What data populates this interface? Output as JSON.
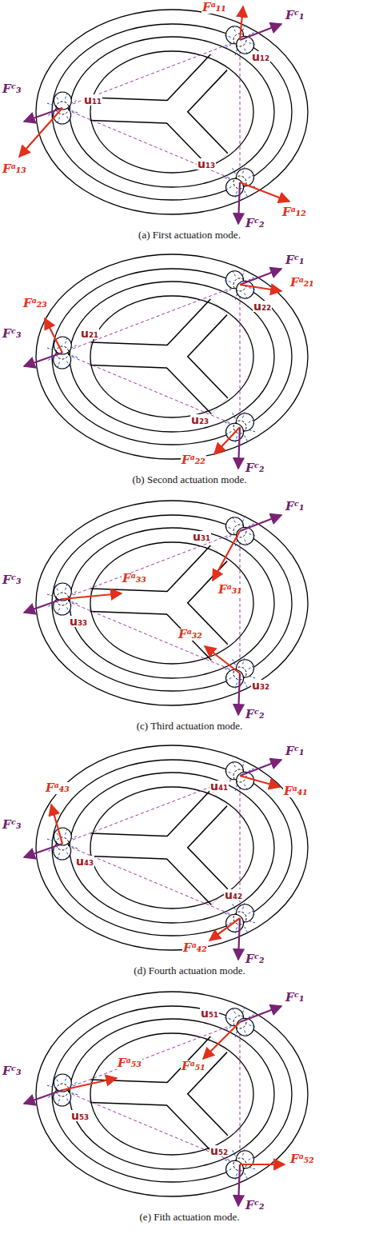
{
  "diagram": {
    "labels": [
      "Fᵃ₁₁",
      "Fᶜ₁",
      "u₁₂",
      "u₁₁",
      "Fᶜ₃",
      "Fᵃ₁₃",
      "u₁₃",
      "Fᵃ₁₂",
      "Fᶜ₂",
      "(a) First actuation mode.",
      "Fᶜ₁",
      "Fᵃ₂₁",
      "u₂₂",
      "Fᵃ₂₃",
      "u₂₁",
      "Fᶜ₃",
      "u₂₃",
      "Fᵃ₂₂",
      "Fᶜ₂",
      "(b) Second actuation mode.",
      "Fᶜ₁",
      "u₃₁",
      "Fᵃ₃₁",
      "Fᶜ₃",
      "Fᵃ₃₃",
      "u₃₃",
      "Fᵃ₃₂",
      "u₃₂",
      "Fᶜ₂",
      "(c) Third actuation mode.",
      "Fᶜ₁",
      "u₄₁",
      "Fᵃ₄₁",
      "Fᵃ₄₃",
      "Fᶜ₃",
      "u₄₃",
      "u₄₂",
      "Fᵃ₄₂",
      "Fᶜ₂",
      "(d) Fourth actuation mode.",
      "u₅₁",
      "Fᶜ₁",
      "Fᵃ₅₁",
      "Fᶜ₃",
      "Fᵃ₅₃",
      "u₅₃",
      "u₅₂",
      "Fᵃ₅₂",
      "Fᶜ₂",
      "(e) Fith actuation mode."
    ]
  }
}
